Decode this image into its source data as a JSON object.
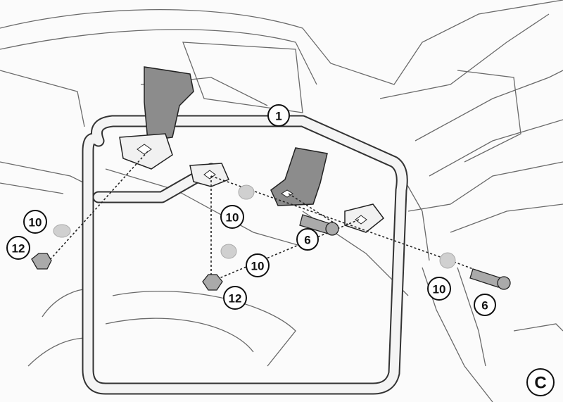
{
  "callouts": {
    "frame": "1",
    "washer_left": "10",
    "nut_left": "12",
    "washer_upper_mid": "10",
    "bolt_mid": "6",
    "washer_lower_mid": "10",
    "nut_mid": "12",
    "washer_right": "10",
    "bolt_right": "6",
    "step": "C"
  }
}
